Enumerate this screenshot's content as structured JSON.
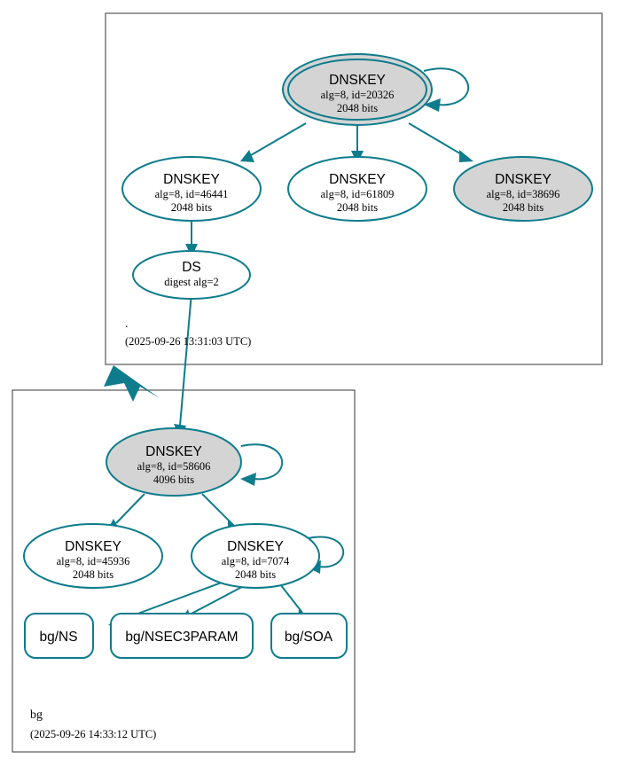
{
  "diagram": {
    "type": "dnssec-authentication-chain",
    "colors": {
      "edge": "#0e7c8c",
      "node_stroke": "#0e7c8c",
      "node_fill_secure": "#d4d4d4",
      "node_fill_plain": "#ffffff",
      "zone_border": "#585858",
      "text": "#000000"
    }
  },
  "zones": [
    {
      "id": "root",
      "name": ".",
      "timestamp": "(2025-09-26 13:31:03 UTC)"
    },
    {
      "id": "bg",
      "name": "bg",
      "timestamp": "(2025-09-26 14:33:12 UTC)"
    }
  ],
  "nodes": {
    "root_ksk": {
      "title": "DNSKEY",
      "line2": "alg=8, id=20326",
      "line3": "2048 bits",
      "alg": 8,
      "key_id": 20326,
      "key_size": "2048 bits",
      "fill": "gray",
      "trust_anchor": true,
      "self_signed": true
    },
    "root_zsk_46441": {
      "title": "DNSKEY",
      "line2": "alg=8, id=46441",
      "line3": "2048 bits",
      "alg": 8,
      "key_id": 46441,
      "key_size": "2048 bits",
      "fill": "white",
      "trust_anchor": false,
      "self_signed": false
    },
    "root_zsk_61809": {
      "title": "DNSKEY",
      "line2": "alg=8, id=61809",
      "line3": "2048 bits",
      "alg": 8,
      "key_id": 61809,
      "key_size": "2048 bits",
      "fill": "white",
      "trust_anchor": false,
      "self_signed": false
    },
    "root_zsk_38696": {
      "title": "DNSKEY",
      "line2": "alg=8, id=38696",
      "line3": "2048 bits",
      "alg": 8,
      "key_id": 38696,
      "key_size": "2048 bits",
      "fill": "gray",
      "trust_anchor": false,
      "self_signed": false
    },
    "root_ds": {
      "title": "DS",
      "line2": "digest alg=2",
      "digest_alg": 2,
      "fill": "white"
    },
    "bg_ksk": {
      "title": "DNSKEY",
      "line2": "alg=8, id=58606",
      "line3": "4096 bits",
      "alg": 8,
      "key_id": 58606,
      "key_size": "4096 bits",
      "fill": "gray",
      "trust_anchor": false,
      "self_signed": true
    },
    "bg_zsk_45936": {
      "title": "DNSKEY",
      "line2": "alg=8, id=45936",
      "line3": "2048 bits",
      "alg": 8,
      "key_id": 45936,
      "key_size": "2048 bits",
      "fill": "white",
      "trust_anchor": false,
      "self_signed": false
    },
    "bg_zsk_7074": {
      "title": "DNSKEY",
      "line2": "alg=8, id=7074",
      "line3": "2048 bits",
      "alg": 8,
      "key_id": 7074,
      "key_size": "2048 bits",
      "fill": "white",
      "trust_anchor": false,
      "self_signed": true
    },
    "bg_ns": {
      "label": "bg/NS"
    },
    "bg_nsec3param": {
      "label": "bg/NSEC3PARAM"
    },
    "bg_soa": {
      "label": "bg/SOA"
    }
  }
}
